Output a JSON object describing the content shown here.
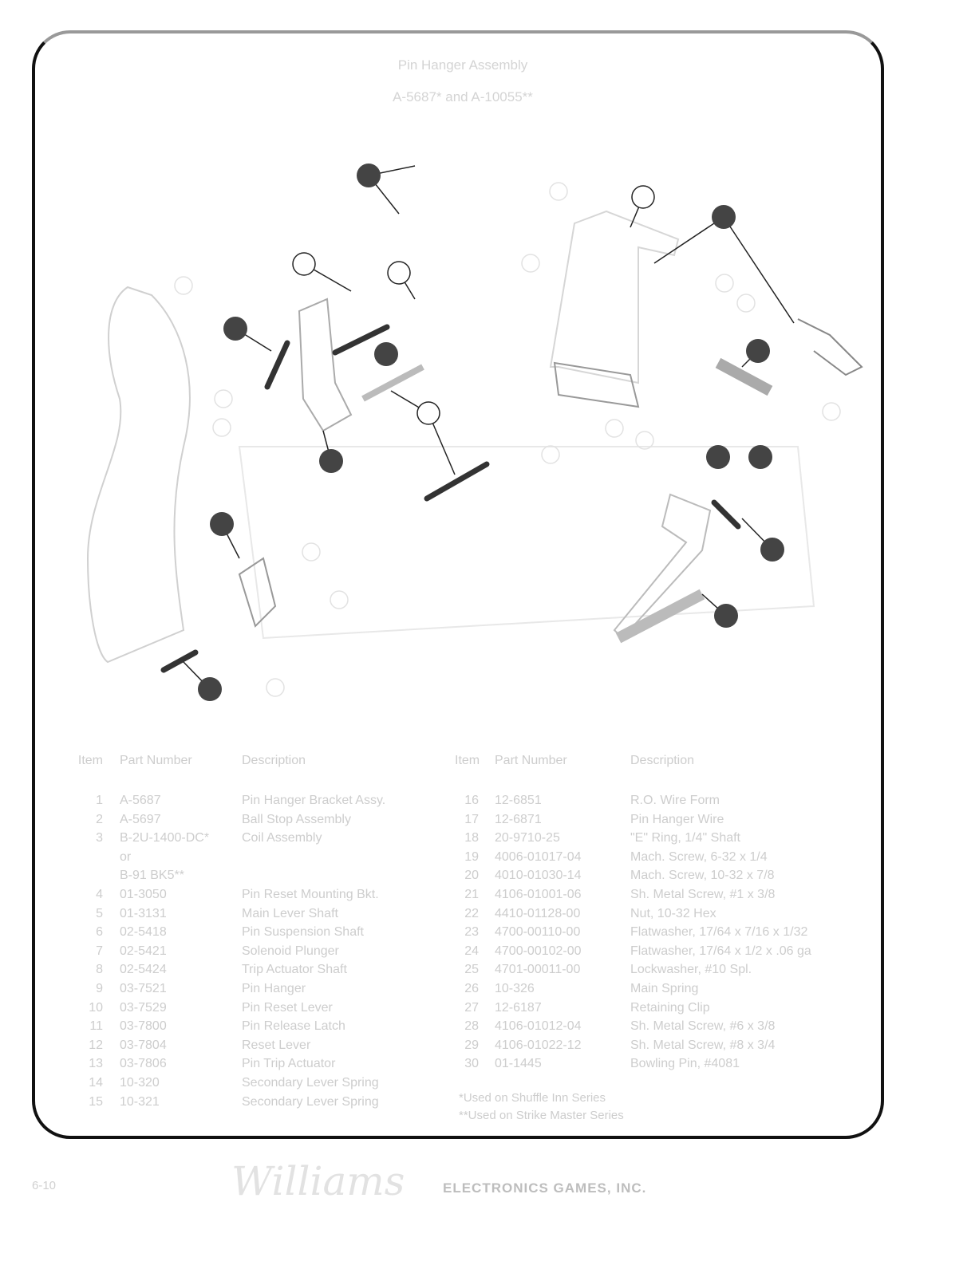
{
  "header": {
    "title": "Pin Hanger Assembly",
    "subtitle": "A-5687* and A-10055**"
  },
  "table_left": {
    "headers": [
      "Item",
      "Part Number",
      "Description"
    ],
    "rows": [
      [
        "1",
        "A-5687",
        "Pin Hanger Bracket Assy."
      ],
      [
        "2",
        "A-5697",
        "Ball Stop Assembly"
      ],
      [
        "3",
        "B-2U-1400-DC*",
        "Coil Assembly"
      ],
      [
        "",
        "or",
        ""
      ],
      [
        "",
        "B-91 BK5**",
        ""
      ],
      [
        "4",
        "01-3050",
        "Pin Reset Mounting Bkt."
      ],
      [
        "5",
        "01-3131",
        "Main Lever Shaft"
      ],
      [
        "6",
        "02-5418",
        "Pin Suspension Shaft"
      ],
      [
        "7",
        "02-5421",
        "Solenoid Plunger"
      ],
      [
        "8",
        "02-5424",
        "Trip Actuator Shaft"
      ],
      [
        "9",
        "03-7521",
        "Pin Hanger"
      ],
      [
        "10",
        "03-7529",
        "Pin Reset Lever"
      ],
      [
        "11",
        "03-7800",
        "Pin Release Latch"
      ],
      [
        "12",
        "03-7804",
        "Reset Lever"
      ],
      [
        "13",
        "03-7806",
        "Pin Trip Actuator"
      ],
      [
        "14",
        "10-320",
        "Secondary Lever Spring"
      ],
      [
        "15",
        "10-321",
        "Secondary Lever Spring"
      ]
    ]
  },
  "table_right": {
    "headers": [
      "Item",
      "Part Number",
      "Description"
    ],
    "rows": [
      [
        "16",
        "12-6851",
        "R.O. Wire Form"
      ],
      [
        "17",
        "12-6871",
        "Pin Hanger Wire"
      ],
      [
        "18",
        "20-9710-25",
        "\"E\" Ring, 1/4\" Shaft"
      ],
      [
        "19",
        "4006-01017-04",
        "Mach. Screw, 6-32 x 1/4"
      ],
      [
        "20",
        "4010-01030-14",
        "Mach. Screw, 10-32 x 7/8"
      ],
      [
        "21",
        "4106-01001-06",
        "Sh. Metal Screw, #1 x 3/8"
      ],
      [
        "22",
        "4410-01128-00",
        "Nut, 10-32 Hex"
      ],
      [
        "23",
        "4700-00110-00",
        "Flatwasher, 17/64 x 7/16 x 1/32"
      ],
      [
        "24",
        "4700-00102-00",
        "Flatwasher, 17/64 x 1/2 x .06 ga"
      ],
      [
        "25",
        "4701-00011-00",
        "Lockwasher, #10 Spl."
      ],
      [
        "26",
        "10-326",
        "Main Spring"
      ],
      [
        "27",
        "12-6187",
        "Retaining Clip"
      ],
      [
        "28",
        "4106-01012-04",
        "Sh. Metal Screw, #6 x 3/8"
      ],
      [
        "29",
        "4106-01022-12",
        "Sh. Metal Screw, #8 x 3/4"
      ],
      [
        "30",
        "01-1445",
        "Bowling Pin, #4081"
      ]
    ]
  },
  "notes": [
    "*Used on Shuffle Inn Series",
    "**Used on Strike Master Series"
  ],
  "footer": {
    "page": "6-10",
    "logo": "Williams",
    "company": "ELECTRONICS GAMES, INC."
  }
}
